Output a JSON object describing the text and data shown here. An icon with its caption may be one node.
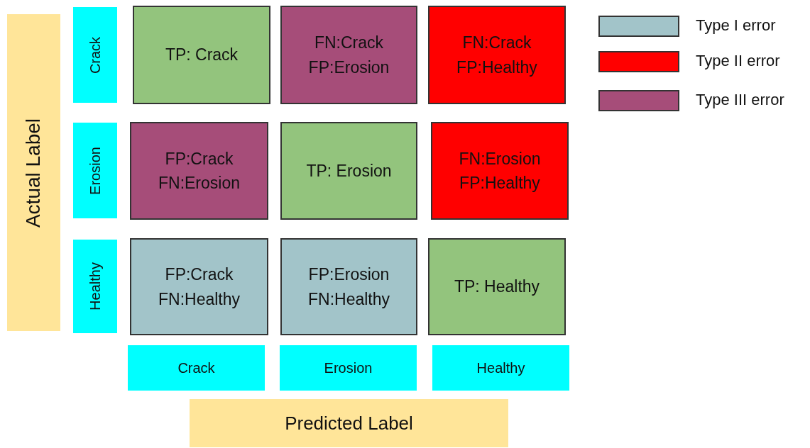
{
  "diagram": {
    "nodes": [
      {
        "text": [
          "Actual Label"
        ]
      },
      {
        "text": [
          "Crack"
        ]
      },
      {
        "text": [
          "TP: Crack"
        ]
      },
      {
        "text": [
          "FN:Crack FP:Erosion"
        ]
      },
      {
        "text": [
          "FN:Crack FP:Healthy"
        ]
      },
      {
        "text": [
          "Erosion"
        ]
      },
      {
        "text": [
          "FP:Crack FN:Erosion"
        ]
      },
      {
        "text": [
          "TP: Erosion"
        ]
      },
      {
        "text": [
          "FN:Erosion FP:Healthy"
        ]
      },
      {
        "text": [
          "Healthy"
        ]
      },
      {
        "text": [
          "FP:Crack FN:Healthy"
        ]
      },
      {
        "text": [
          "FP:Erosion FN:Healthy"
        ]
      },
      {
        "text": [
          "TP: Healthy"
        ]
      },
      {
        "text": [
          "Crack"
        ]
      },
      {
        "text": [
          "Erosion"
        ]
      },
      {
        "text": [
          "Healthy"
        ]
      },
      {
        "text": [
          "Predicted Label"
        ]
      }
    ],
    "legend": [
      {
        "text": "Type I error",
        "color": "#a2c4c9"
      },
      {
        "text": "Type II error",
        "color": "#ff0000"
      },
      {
        "text": "Type III error",
        "color": "#a64d79"
      }
    ]
  }
}
